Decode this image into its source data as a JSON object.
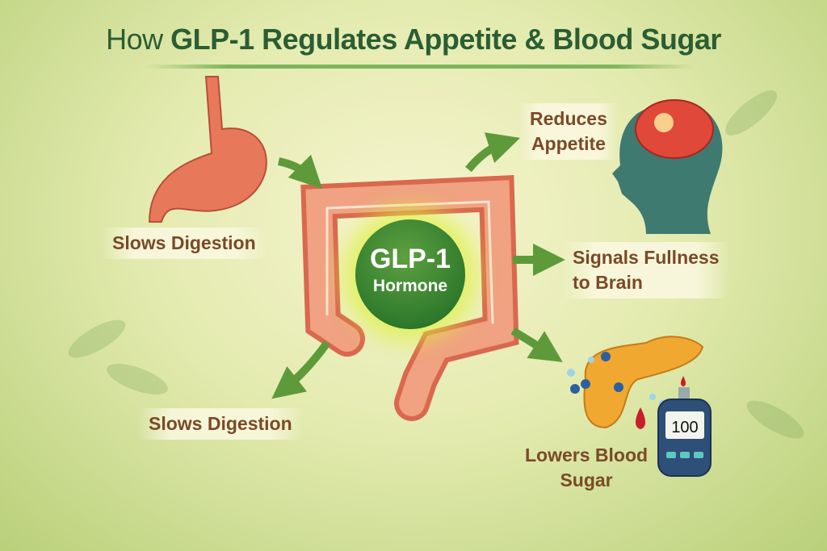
{
  "title": {
    "prefix": "How ",
    "bold": "GLP-1 Regulates Appetite & Blood Sugar"
  },
  "center": {
    "line1": "GLP-1",
    "line2": "Hormone"
  },
  "labels": {
    "stomach": "Slows Digestion",
    "lower_left": "Slows Digestion",
    "appetite": [
      "Reduces",
      "Appetite"
    ],
    "fullness": [
      "Signals Fullness",
      "to Brain"
    ],
    "sugar": [
      "Lowers Blood",
      "Sugar"
    ]
  },
  "meter": {
    "reading": "100"
  },
  "colors": {
    "title": "#2b5d33",
    "label": "#7a4a28",
    "arrow": "#5e9a3a",
    "hormone": "#2f7a2c"
  }
}
